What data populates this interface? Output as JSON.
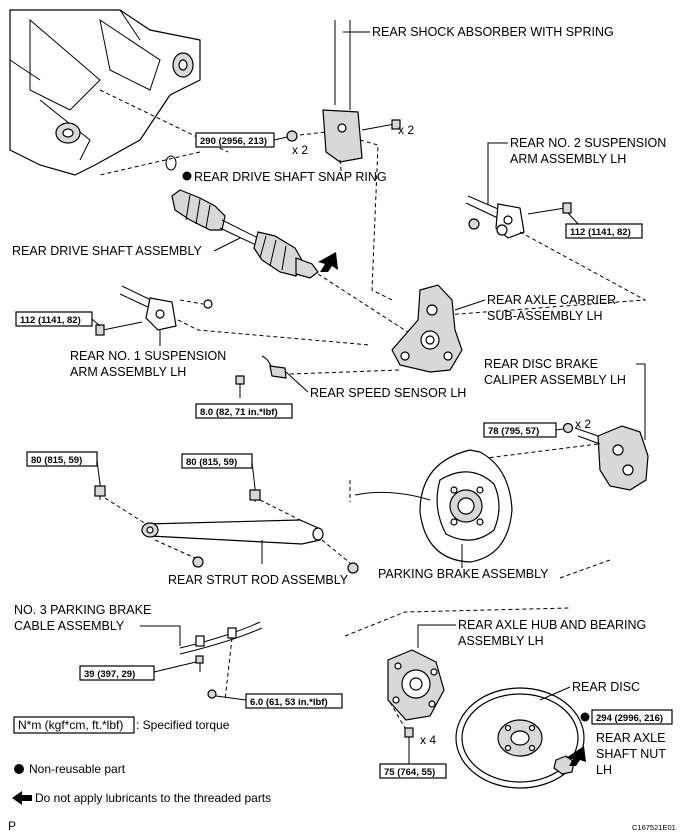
{
  "labels": {
    "shock_absorber": "REAR SHOCK ABSORBER WITH SPRING",
    "snap_ring": "REAR DRIVE SHAFT SNAP RING",
    "drive_shaft": "REAR DRIVE SHAFT ASSEMBLY",
    "no2_arm_1": "REAR NO. 2 SUSPENSION",
    "no2_arm_2": "ARM ASSEMBLY LH",
    "axle_carrier_1": "REAR AXLE CARRIER",
    "axle_carrier_2": "SUB-ASSEMBLY LH",
    "no1_arm_1": "REAR NO. 1 SUSPENSION",
    "no1_arm_2": "ARM ASSEMBLY LH",
    "speed_sensor": "REAR SPEED SENSOR LH",
    "caliper_1": "REAR DISC BRAKE",
    "caliper_2": "CALIPER ASSEMBLY LH",
    "strut_rod": "REAR STRUT ROD ASSEMBLY",
    "parking_brake": "PARKING BRAKE ASSEMBLY",
    "cable_1": "NO. 3 PARKING BRAKE",
    "cable_2": "CABLE ASSEMBLY",
    "hub_1": "REAR AXLE HUB AND BEARING",
    "hub_2": "ASSEMBLY LH",
    "rear_disc": "REAR DISC",
    "nut_1": "REAR AXLE",
    "nut_2": "SHAFT NUT",
    "nut_3": "LH"
  },
  "torques": {
    "shock": "290 (2956, 213)",
    "no2_arm": "112 (1141, 82)",
    "no1_arm": "112 (1141, 82)",
    "speed_sensor": "8.0 (82, 71 in.*lbf)",
    "caliper": "78 (795, 57)",
    "strut_left": "80 (815, 59)",
    "strut_right": "80 (815, 59)",
    "cable_left": "39 (397, 29)",
    "cable_right": "6.0 (61, 53 in.*lbf)",
    "hub": "75 (764, 55)",
    "nut": "294 (2996, 216)"
  },
  "quantities": {
    "shock_nut": "x 2",
    "shock_bolt": "x 2",
    "caliper_bolt": "x 2",
    "hub_bolt": "x 4"
  },
  "legend": {
    "torque_unit": "N*m (kgf*cm, ft.*lbf)",
    "torque_text": ": Specified torque",
    "non_reusable": "Non-reusable part",
    "no_lube": "Do not apply lubricants to the threaded parts"
  },
  "footer": {
    "letter": "P",
    "code": "C167521E01"
  }
}
